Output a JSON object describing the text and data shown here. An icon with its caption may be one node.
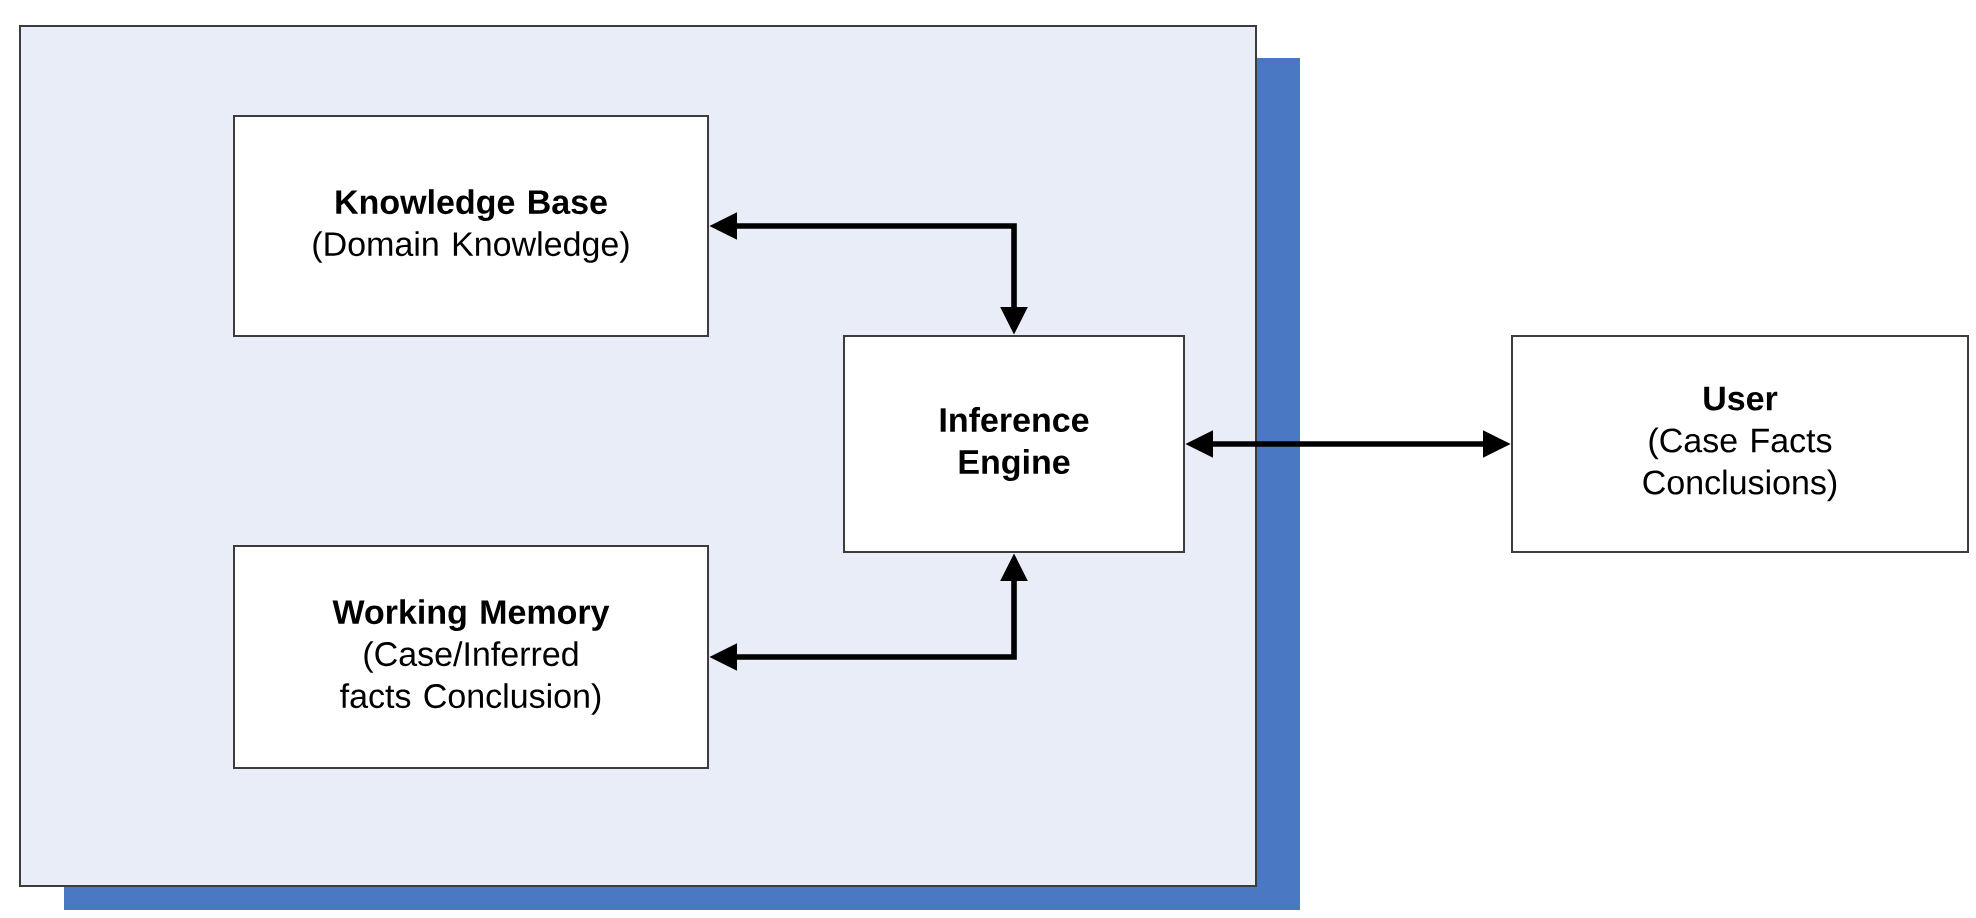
{
  "diagram": {
    "nodes": [
      {
        "text": [],
        "shape": "box"
      },
      {
        "text": [
          "Knowledge Base",
          "(Domain Knowledge)"
        ],
        "in": 0
      },
      {
        "text": [
          "Inference Engine"
        ],
        "in": 0
      },
      {
        "text": [
          "Working Memory",
          "(Case/Inferred facts Conclusion)"
        ],
        "in": 0
      },
      {
        "text": [
          "User",
          "(Case Facts Conclusions)"
        ]
      }
    ],
    "edges": [
      {
        "from": 1,
        "to": 2,
        "arrow": "both"
      },
      {
        "from": 3,
        "to": 2,
        "arrow": "both"
      },
      {
        "from": 2,
        "to": 4,
        "arrow": "both"
      }
    ]
  }
}
